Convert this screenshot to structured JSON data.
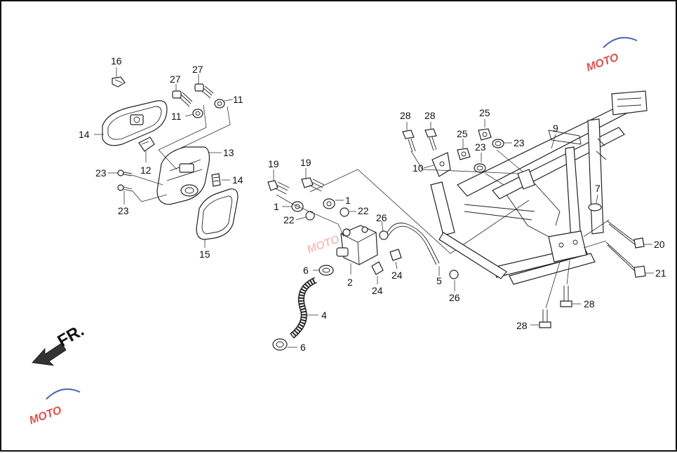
{
  "labels": {
    "l16": "16",
    "l27a": "27",
    "l27b": "27",
    "l11a": "11",
    "l11b": "11",
    "l14a": "14",
    "l12": "12",
    "l13": "13",
    "l23a": "23",
    "l23b": "23",
    "l14b": "14",
    "l15": "15",
    "l19a": "19",
    "l19b": "19",
    "l1a": "1",
    "l1b": "1",
    "l22a": "22",
    "l22b": "22",
    "l26a": "26",
    "l6a": "6",
    "l2": "2",
    "l24a": "24",
    "l24b": "24",
    "l5": "5",
    "l26b": "26",
    "l4": "4",
    "l6b": "6",
    "l28a": "28",
    "l28b": "28",
    "l25a": "25",
    "l25b": "25",
    "l23c": "23",
    "l23d": "23",
    "l10": "10",
    "l9": "9",
    "l7": "7",
    "l20": "20",
    "l21": "21",
    "l28c": "28",
    "l28d": "28"
  },
  "direction_marker": {
    "text": "FR."
  },
  "watermark": {
    "text": "MOTO"
  },
  "colors": {
    "ink": "#111111",
    "watermark_red": "#d9534f",
    "watermark_blue": "#4a63b5"
  },
  "icons": {
    "direction": "arrow-icon",
    "watermark": "logo-icon"
  }
}
